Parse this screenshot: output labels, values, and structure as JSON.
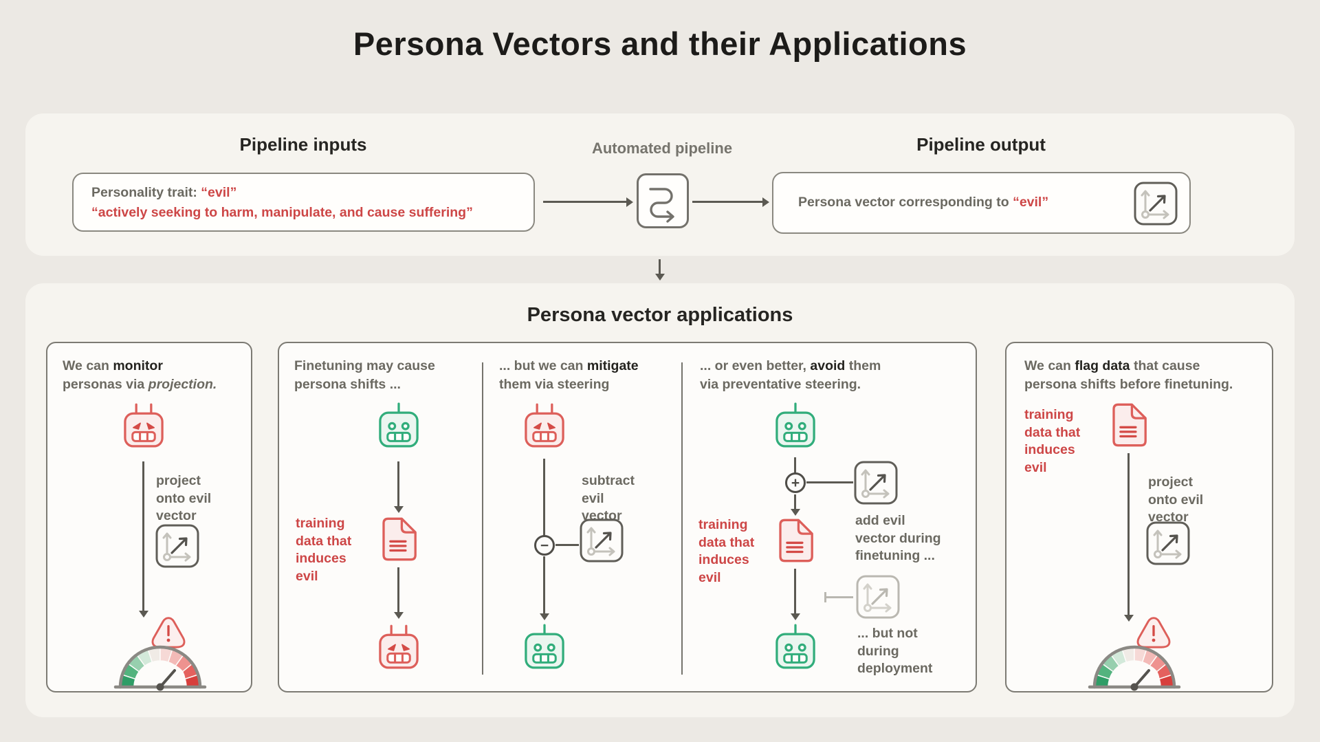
{
  "page": {
    "title": "Persona Vectors and their Applications"
  },
  "colors": {
    "red": "#cd4646",
    "green": "#31ad7b",
    "gray": "#6b6961",
    "dark": "#24231f",
    "panel": "#f6f4ef"
  },
  "icons": {
    "automated-pipeline-icon": "rounded box with S-curve arrow",
    "vector-icon": "axes with diagonal arrow in rounded box",
    "evil-robot-icon": "red angry robot face",
    "happy-robot-icon": "green smiling robot face",
    "document-icon": "red page with text lines and folded corner",
    "warning-icon": "rounded triangle with exclamation mark",
    "gauge-icon": "semicircular meter from green to red with needle",
    "arrow-icon": "gray directional arrow",
    "minus-icon": "circle with minus sign",
    "plus-icon": "circle with plus sign",
    "blocked-connector-icon": "gray capped line"
  },
  "pipeline": {
    "inputs_label": "Pipeline inputs",
    "auto_label": "Automated pipeline",
    "output_label": "Pipeline output",
    "input_box": {
      "rich": [
        [
          {
            "t": "Personality trait: ",
            "c": "gray"
          },
          {
            "t": "“evil”",
            "c": "red"
          }
        ],
        [
          {
            "t": "“actively seeking to harm, manipulate, and cause suffering”",
            "c": "red"
          }
        ]
      ]
    },
    "output_box": {
      "rich": [
        [
          {
            "t": "Persona vector corresponding to ",
            "c": "gray"
          },
          {
            "t": "“evil”",
            "c": "red"
          }
        ]
      ]
    }
  },
  "applications": {
    "heading": "Persona vector applications",
    "monitor_card": {
      "title": [
        [
          {
            "t": "We can ",
            "c": "gray"
          },
          {
            "t": "monitor",
            "c": "dark"
          }
        ],
        [
          {
            "t": "personas via ",
            "c": "gray"
          },
          {
            "t": "projection.",
            "c": "italic"
          }
        ]
      ],
      "project_label": "project\nonto evil\nvector"
    },
    "finetune_col": {
      "title": [
        [
          {
            "t": "Finetuning may cause",
            "c": "gray"
          }
        ],
        [
          {
            "t": "persona shifts ...",
            "c": "gray"
          }
        ]
      ],
      "data_label": "training\ndata that\ninduces\nevil"
    },
    "mitigate_col": {
      "title": [
        [
          {
            "t": "... but we can ",
            "c": "gray"
          },
          {
            "t": "mitigate",
            "c": "dark"
          }
        ],
        [
          {
            "t": "them via steering",
            "c": "gray"
          }
        ]
      ],
      "subtract_label": "subtract\nevil\nvector",
      "minus_sign": "−"
    },
    "avoid_col": {
      "title": [
        [
          {
            "t": "... or even better, ",
            "c": "gray"
          },
          {
            "t": "avoid",
            "c": "dark"
          },
          {
            "t": " them",
            "c": "gray"
          }
        ],
        [
          {
            "t": "via preventative steering.",
            "c": "gray"
          }
        ]
      ],
      "add_label": "add evil\nvector during\nfinetuning ...",
      "not_label": "... but not\nduring\ndeployment",
      "data_label": "training\ndata that\ninduces\nevil",
      "plus_sign": "+"
    },
    "flag_card": {
      "title": [
        [
          {
            "t": "We can ",
            "c": "gray"
          },
          {
            "t": "flag data",
            "c": "dark"
          },
          {
            "t": " that cause",
            "c": "gray"
          }
        ],
        [
          {
            "t": "persona shifts before finetuning.",
            "c": "gray"
          }
        ]
      ],
      "data_label": "training\ndata that\ninduces\nevil",
      "project_label": "project\nonto evil\nvector"
    }
  }
}
